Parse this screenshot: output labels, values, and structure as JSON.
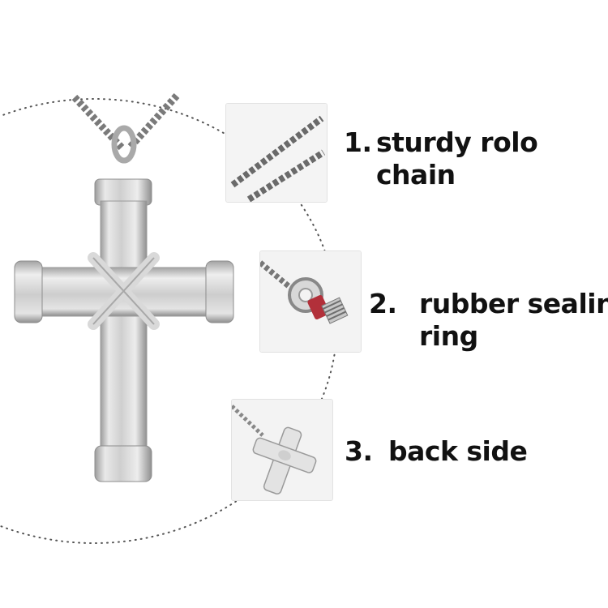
{
  "features": [
    {
      "number": "1.",
      "line1": "sturdy rolo",
      "line2": "chain"
    },
    {
      "number": "2.",
      "line1": "rubber sealing",
      "line2": "ring"
    },
    {
      "number": "3.",
      "line1": "back side",
      "line2": ""
    }
  ],
  "colors": {
    "background": "#ffffff",
    "text": "#111111",
    "silver": "#c9c9c9",
    "seal": "#b2303a"
  }
}
